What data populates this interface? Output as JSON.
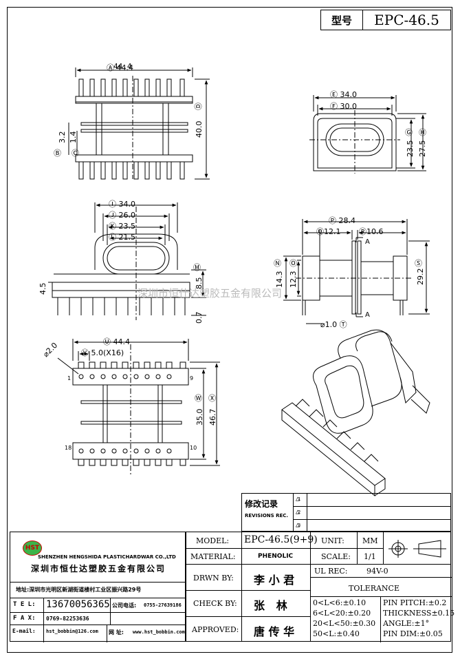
{
  "header": {
    "model_label": "型号",
    "model_value": "EPC-46.5"
  },
  "dims": {
    "A": "44.4",
    "B": "3.2",
    "C": "1.4",
    "D": "40.0",
    "E": "34.0",
    "F": "30.0",
    "G": "23.5",
    "H": "27.5",
    "I": "34.0",
    "J": "26.0",
    "K": "23.5",
    "L": "21.5",
    "M": "8.5",
    "left_4_5": "4.5",
    "bottom_0_7": "0.7",
    "N": "14.3",
    "O": "12.3",
    "P": "28.4",
    "Q": "12.1",
    "R": "10.6",
    "S": "29.2",
    "T": "1.0",
    "U": "44.4",
    "V": "5.0(X16)",
    "W": "35.0",
    "X": "46.7",
    "pin_dia": "2.0",
    "section": "A",
    "pin1": "1",
    "pin9": "9",
    "pin18": "18",
    "pin10": "10"
  },
  "watermark": "深圳市恒仕达塑胶五金有限公司",
  "revision": {
    "label_cn": "修改记录",
    "label_en": "REVISIONS REC.",
    "marks": [
      "1",
      "2",
      "3"
    ]
  },
  "company": {
    "en": "SHENZHEN HENGSHIDA PLASTICHARDWAR CO.,LTD",
    "cn": "深圳市恒仕达塑胶五金有限公司",
    "address": "地址:深圳市光明区新湖街道楼村工业区振兴路29号",
    "logo_text": "HST",
    "tel_label": "T E L:",
    "tel": "13670056365",
    "company_tel_label": "公司电话:",
    "company_tel": "0755-27639186",
    "fax_label": "F A X:",
    "fax": "0769-82253636",
    "email_label": "E-mail:",
    "email": "hst_bobbin@126.com",
    "web_label": "网 址:",
    "web": "www.hst_bobbin.com"
  },
  "titleblock": {
    "model_label": "MODEL:",
    "model": "EPC-46.5(9+9)",
    "material_label": "MATERIAL:",
    "material": "PHENOLIC",
    "drawn_label": "DRWN BY:",
    "drawn": "李 小 君",
    "check_label": "CHECK BY:",
    "check": "张   林",
    "approved_label": "APPROVED:",
    "approved": "唐 传 华",
    "unit_label": "UNIT:",
    "unit": "MM",
    "scale_label": "SCALE:",
    "scale": "1/1",
    "ulrec_label": "UL REC:",
    "ulrec": "94V-0",
    "tolerance_label": "TOLERANCE",
    "tol1": "0<L<6:±0.10",
    "tol2": "6<L<20:±0.20",
    "tol3": "20<L<50:±0.30",
    "tol4": "50<L:±0.40",
    "pin_pitch": "PIN PITCH:±0.2",
    "thickness": "THICKNESS±0.15",
    "angle": "ANGLE:±1°",
    "pin_dim": "PIN DIM:±0.05"
  }
}
